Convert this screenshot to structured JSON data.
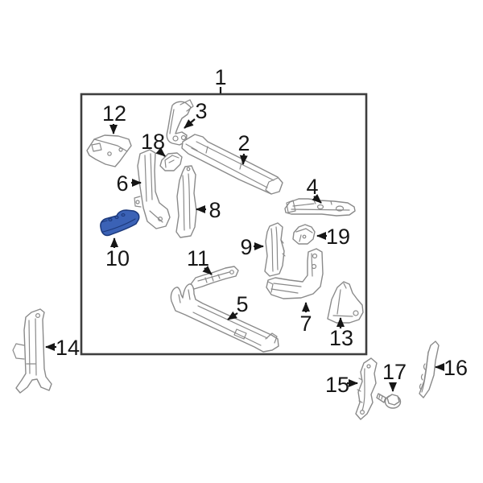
{
  "diagram": {
    "kind": "exploded-parts-diagram",
    "description": "Radiator support exploded parts diagram with numbered callouts; part 10 highlighted",
    "colors": {
      "frame": "#3e3e3e",
      "part_line": "#8a8a8a",
      "callout": "#161616",
      "highlight_fill": "#3b62b6",
      "highlight_stroke": "#1d3a7c"
    },
    "highlighted_callout": "10",
    "callouts": [
      {
        "label": "1"
      },
      {
        "label": "2"
      },
      {
        "label": "3"
      },
      {
        "label": "4"
      },
      {
        "label": "5"
      },
      {
        "label": "6"
      },
      {
        "label": "7"
      },
      {
        "label": "8"
      },
      {
        "label": "9"
      },
      {
        "label": "10",
        "highlighted": true
      },
      {
        "label": "11"
      },
      {
        "label": "12"
      },
      {
        "label": "13"
      },
      {
        "label": "14"
      },
      {
        "label": "15"
      },
      {
        "label": "16"
      },
      {
        "label": "17"
      },
      {
        "label": "18"
      },
      {
        "label": "19"
      }
    ]
  }
}
